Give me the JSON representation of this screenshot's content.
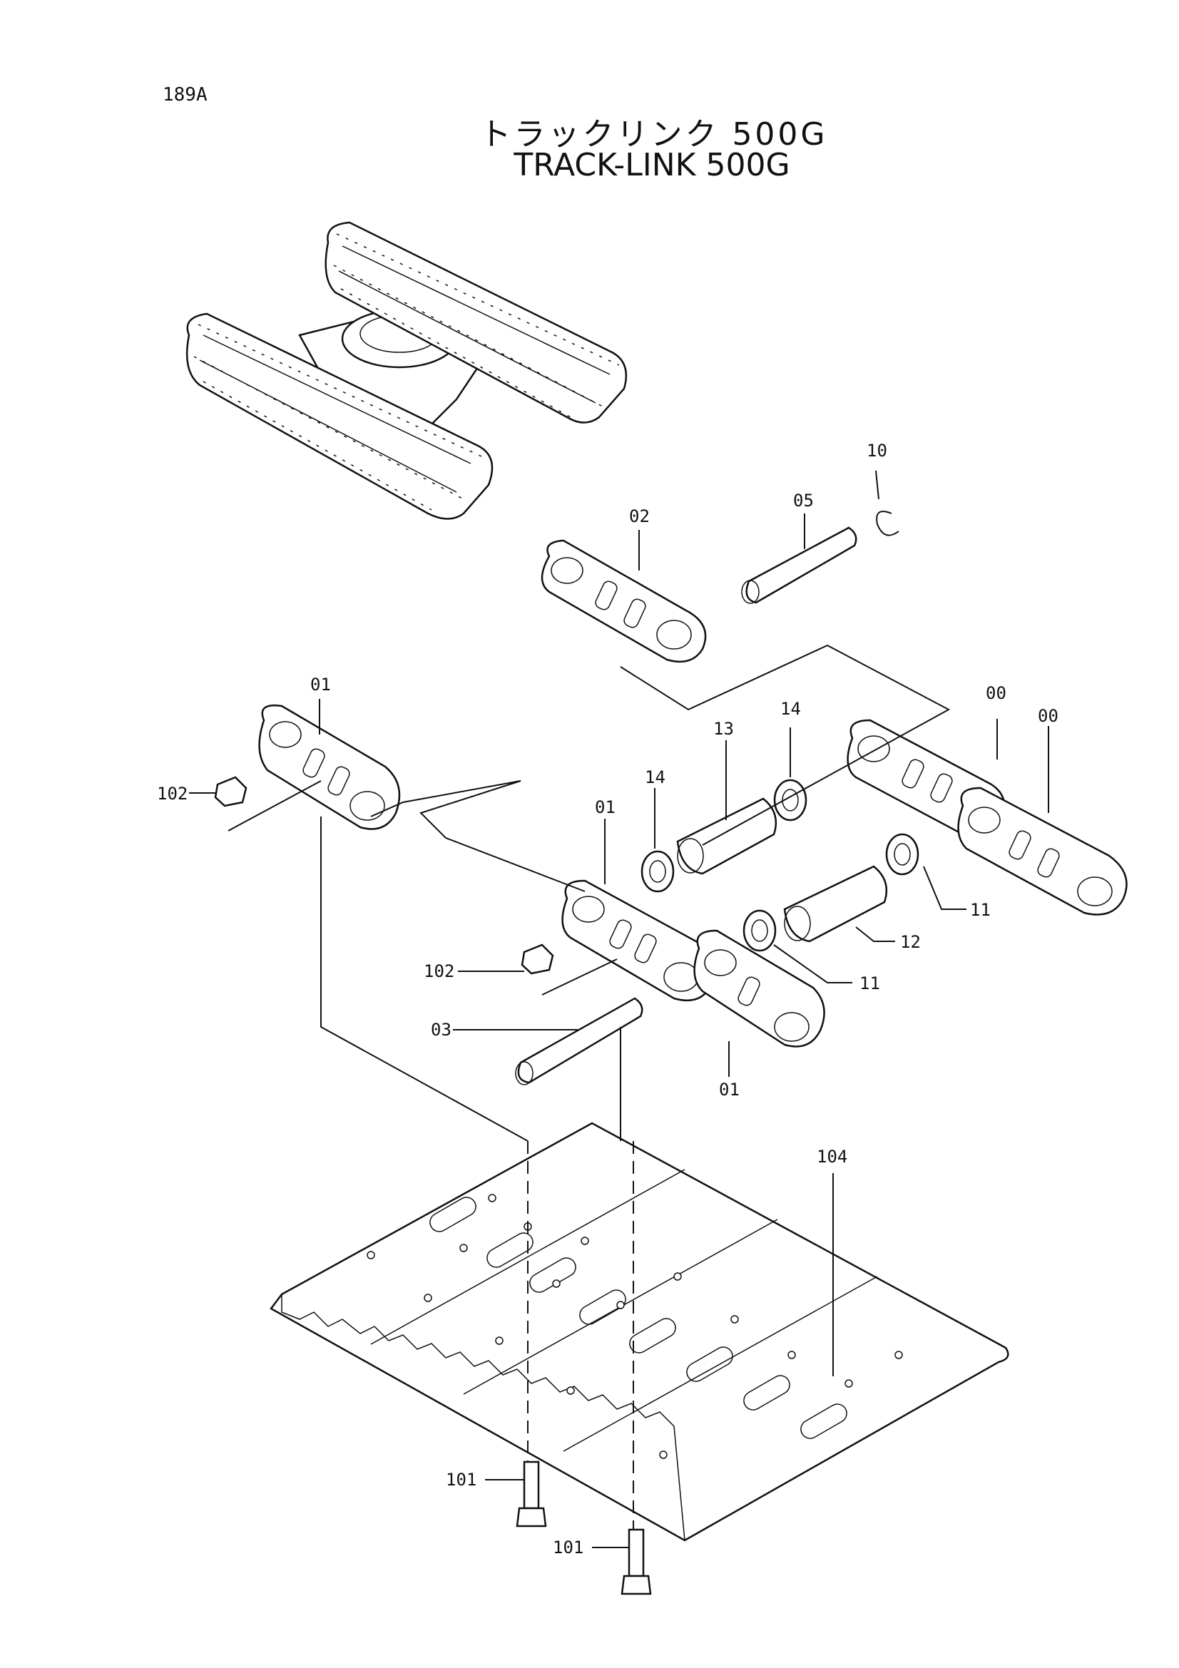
{
  "page_number": "189A",
  "title_jp": "トラックリンク 500G",
  "title_en": "TRACK-LINK 500G",
  "callouts": {
    "c00a": "00",
    "c00b": "00",
    "c01a": "01",
    "c01b": "01",
    "c01c": "01",
    "c02": "02",
    "c03": "03",
    "c05": "05",
    "c10": "10",
    "c11a": "11",
    "c11b": "11",
    "c12": "12",
    "c13": "13",
    "c14a": "14",
    "c14b": "14",
    "c101a": "101",
    "c101b": "101",
    "c102a": "102",
    "c102b": "102",
    "c104": "104"
  }
}
